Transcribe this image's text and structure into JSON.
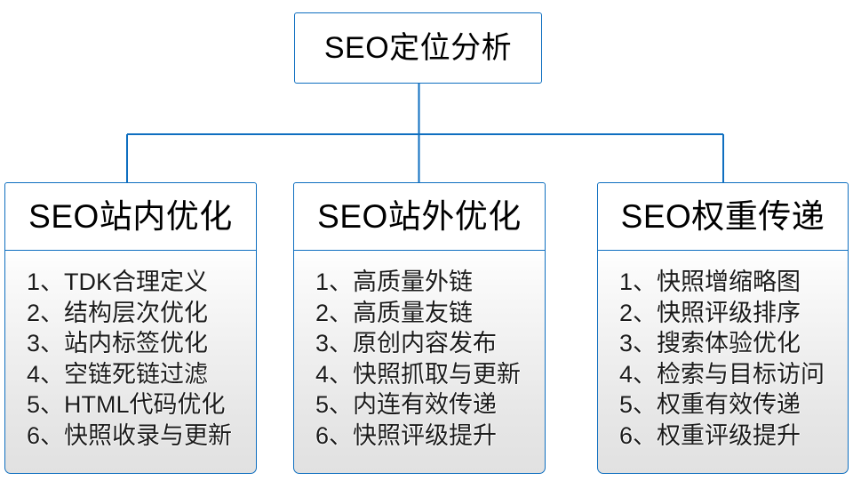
{
  "diagram": {
    "type": "org-chart",
    "title": "SEO定位分析",
    "accent_color": "#0f6fc0",
    "background_color": "#ffffff",
    "root": {
      "label": "SEO定位分析"
    },
    "branches": [
      {
        "header": "SEO站内优化",
        "items": [
          {
            "index": "1、",
            "text": "TDK合理定义"
          },
          {
            "index": "2、",
            "text": "结构层次优化"
          },
          {
            "index": "3、",
            "text": "站内标签优化"
          },
          {
            "index": "4、",
            "text": "空链死链过滤"
          },
          {
            "index": "5、",
            "text": "HTML代码优化"
          },
          {
            "index": "6、",
            "text": "快照收录与更新"
          }
        ]
      },
      {
        "header": "SEO站外优化",
        "items": [
          {
            "index": "1、",
            "text": "高质量外链"
          },
          {
            "index": "2、",
            "text": "高质量友链"
          },
          {
            "index": "3、",
            "text": "原创内容发布"
          },
          {
            "index": "4、",
            "text": "快照抓取与更新"
          },
          {
            "index": "5、",
            "text": "内连有效传递"
          },
          {
            "index": "6、",
            "text": "快照评级提升"
          }
        ]
      },
      {
        "header": "SEO权重传递",
        "items": [
          {
            "index": "1、",
            "text": "快照增缩略图"
          },
          {
            "index": "2、",
            "text": "快照评级排序"
          },
          {
            "index": "3、",
            "text": "搜索体验优化"
          },
          {
            "index": "4、",
            "text": "检索与目标访问"
          },
          {
            "index": "5、",
            "text": "权重有效传递"
          },
          {
            "index": "6、",
            "text": "权重评级提升"
          }
        ]
      }
    ]
  }
}
